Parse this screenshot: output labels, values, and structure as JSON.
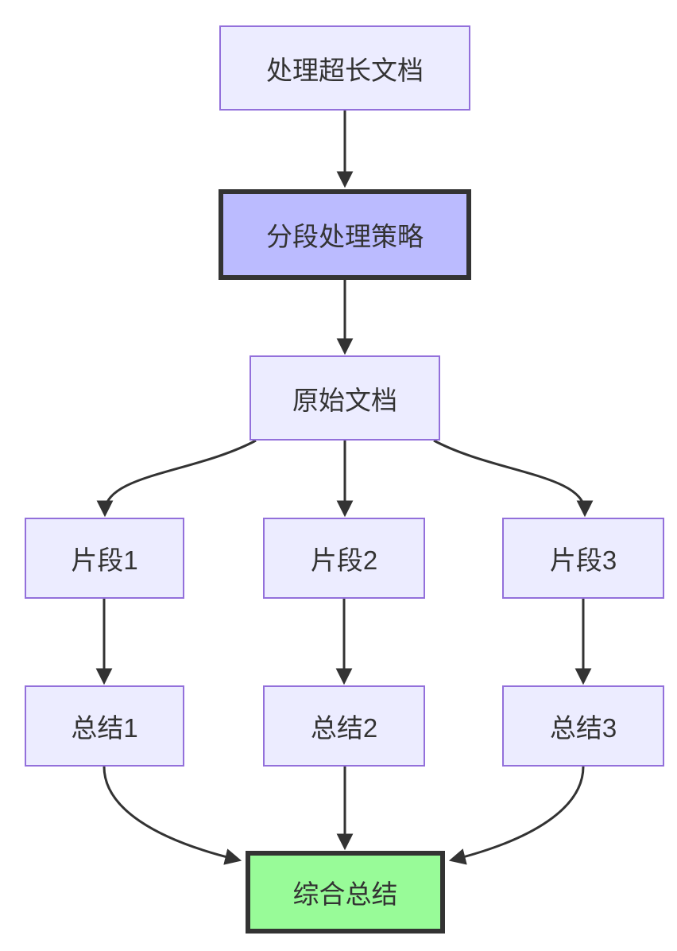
{
  "diagram": {
    "type": "flowchart",
    "direction": "top-down",
    "nodes": [
      {
        "id": "A",
        "label": "处理超长文档",
        "style": "default"
      },
      {
        "id": "B",
        "label": "分段处理策略",
        "style": "emphasis"
      },
      {
        "id": "C",
        "label": "原始文档",
        "style": "default"
      },
      {
        "id": "D1",
        "label": "片段1",
        "style": "default"
      },
      {
        "id": "D2",
        "label": "片段2",
        "style": "default"
      },
      {
        "id": "D3",
        "label": "片段3",
        "style": "default"
      },
      {
        "id": "E1",
        "label": "总结1",
        "style": "default"
      },
      {
        "id": "E2",
        "label": "总结2",
        "style": "default"
      },
      {
        "id": "E3",
        "label": "总结3",
        "style": "default"
      },
      {
        "id": "G",
        "label": "综合总结",
        "style": "success"
      }
    ],
    "edges": [
      {
        "from": "A",
        "to": "B"
      },
      {
        "from": "B",
        "to": "C"
      },
      {
        "from": "C",
        "to": "D1"
      },
      {
        "from": "C",
        "to": "D2"
      },
      {
        "from": "C",
        "to": "D3"
      },
      {
        "from": "D1",
        "to": "E1"
      },
      {
        "from": "D2",
        "to": "E2"
      },
      {
        "from": "D3",
        "to": "E3"
      },
      {
        "from": "E1",
        "to": "G"
      },
      {
        "from": "E2",
        "to": "G"
      },
      {
        "from": "E3",
        "to": "G"
      }
    ],
    "colors": {
      "background": "#FFFFFF",
      "node_fill": "#ECECFF",
      "node_border": "#9370DB",
      "emphasis_fill": "#BBBBFF",
      "emphasis_border": "#333333",
      "success_fill": "#98FB98",
      "success_border": "#333333",
      "edge": "#333333",
      "text": "#333333"
    }
  }
}
